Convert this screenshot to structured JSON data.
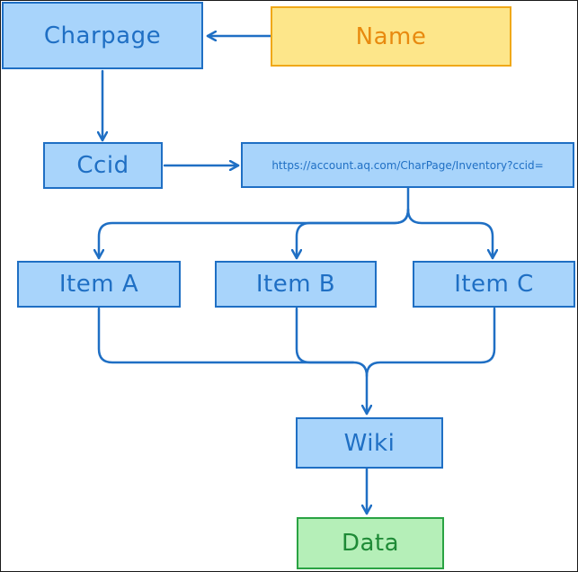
{
  "nodes": {
    "charpage": "Charpage",
    "name": "Name",
    "ccid": "Ccid",
    "url": "https://account.aq.com/CharPage/Inventory?ccid=",
    "item_a": "Item A",
    "item_b": "Item B",
    "item_c": "Item C",
    "wiki": "Wiki",
    "data": "Data"
  },
  "colors": {
    "stroke": "#1f6fc4",
    "box_fill": "#a8d4fb",
    "name_fill": "#fde68a",
    "name_stroke": "#f0a818",
    "data_fill": "#b5efb8",
    "data_stroke": "#2aa343"
  }
}
